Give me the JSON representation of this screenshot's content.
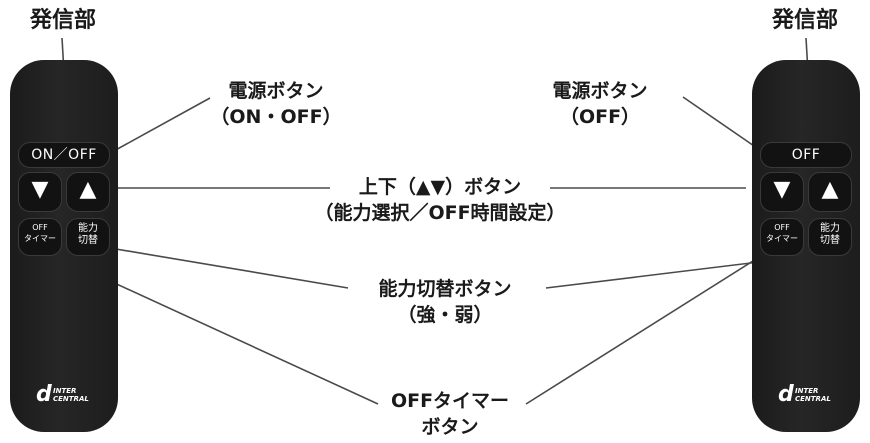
{
  "transmitter_label": "発信部",
  "callouts": {
    "power_left_1": "電源ボタン",
    "power_left_2": "（ON・OFF）",
    "power_right_1": "電源ボタン",
    "power_right_2": "（OFF）",
    "updown_1": "上下（▲▼）ボタン",
    "updown_2": "（能力選択／OFF時間設定）",
    "capacity_1": "能力切替ボタン",
    "capacity_2": "（強・弱）",
    "timer_1": "OFFタイマー",
    "timer_2": "ボタン"
  },
  "remote_left": {
    "power_label": "ON／OFF",
    "down_glyph": "▼",
    "up_glyph": "▲",
    "timer_line1": "OFF",
    "timer_line2": "タイマー",
    "cap_line1": "能力",
    "cap_line2": "切替",
    "logo_line1": "INTER",
    "logo_line2": "CENTRAL"
  },
  "remote_right": {
    "power_label": "OFF",
    "down_glyph": "▼",
    "up_glyph": "▲",
    "timer_line1": "OFF",
    "timer_line2": "タイマー",
    "cap_line1": "能力",
    "cap_line2": "切替",
    "logo_line1": "INTER",
    "logo_line2": "CENTRAL"
  },
  "colors": {
    "remote_body": "#222222",
    "text": "#1a1a1a",
    "line": "#4a4a4a"
  }
}
